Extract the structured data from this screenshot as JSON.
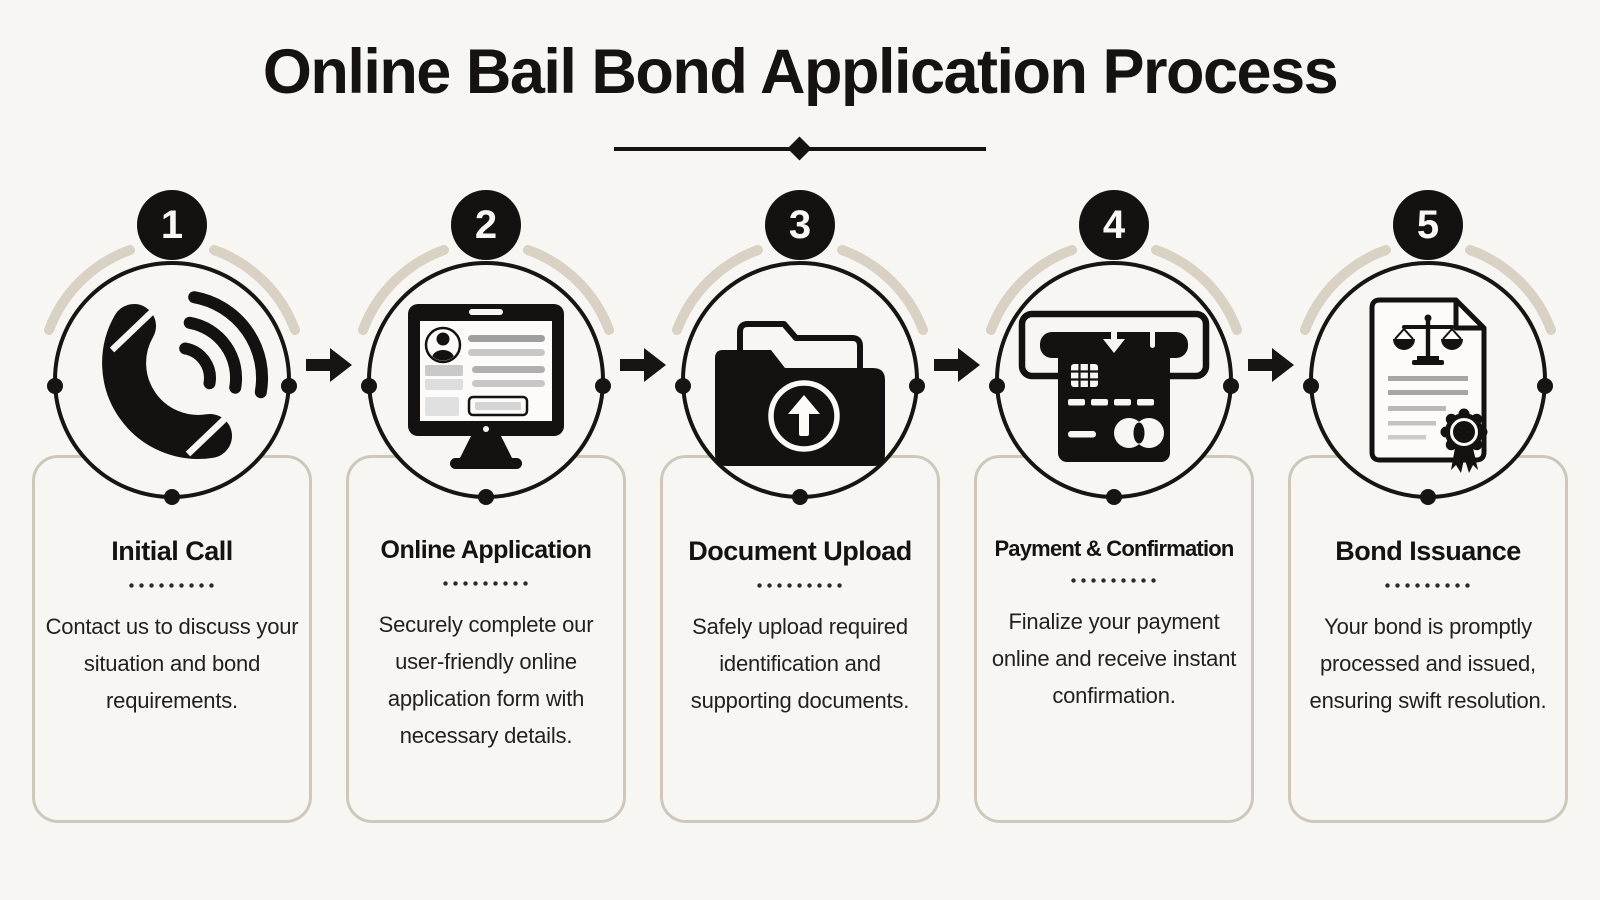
{
  "title": "Online Bail Bond Application Process",
  "colors": {
    "background": "#f7f6f3",
    "ink": "#15120f",
    "accent_arc": "#d8d1c4",
    "card_border": "#cfc8ba"
  },
  "steps": [
    {
      "number": "1",
      "icon": "phone",
      "title": "Initial Call",
      "description": "Contact us to discuss your situation and bond requirements."
    },
    {
      "number": "2",
      "icon": "computer-form",
      "title": "Online Application",
      "description": "Securely complete our user-friendly online application form with necessary details."
    },
    {
      "number": "3",
      "icon": "folder-upload",
      "title": "Document Upload",
      "description": "Safely upload required identification and supporting documents."
    },
    {
      "number": "4",
      "icon": "card-payment",
      "title": "Payment & Confirmation",
      "description": "Finalize your payment online and receive instant confirmation."
    },
    {
      "number": "5",
      "icon": "bond-certificate",
      "title": "Bond Issuance",
      "description": "Your bond is promptly processed and issued, ensuring swift resolution."
    }
  ]
}
